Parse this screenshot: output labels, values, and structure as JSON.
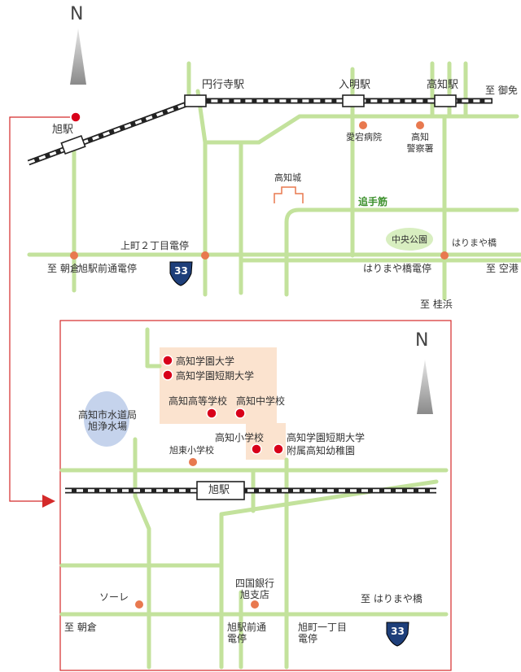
{
  "colors": {
    "road": "#c3e29c",
    "poi": "#e8794f",
    "school": "#d8001a",
    "inset_border": "#d42a2a",
    "campus": "#fbe3cf",
    "water": "#c5d3ec",
    "park": "#d8eec0",
    "route_badge": "#1e3f7a"
  },
  "top_map": {
    "north_label": "N",
    "stations": {
      "engyoji": "円行寺駅",
      "irake": "入明駅",
      "kochi": "高知駅",
      "asahi": "旭駅"
    },
    "dest": {
      "gomen": "至 御免",
      "asakura": "至 朝倉",
      "kuko": "至 空港",
      "katsurahama": "至 桂浜"
    },
    "pois": {
      "hospital": "愛宕病院",
      "police": "高知\n警察署",
      "castle": "高知城",
      "park": "中央公園",
      "harimayabashi": "はりまや橋",
      "kamimachi_stop": "上町２丁目電停",
      "asahi_mae_stop": "旭駅前通電停",
      "harimaya_stop": "はりまや橋電停"
    },
    "street": "追手筋",
    "route_no": "33"
  },
  "inset_map": {
    "north_label": "N",
    "station": "旭駅",
    "schools": {
      "gakuen_univ": "高知学園大学",
      "gakuen_junior": "高知学園短期大学",
      "high": "高知高等学校",
      "middle": "高知中学校",
      "elementary": "高知小学校",
      "kindergarten_line1": "高知学園短期大学",
      "kindergarten_line2": "附属高知幼稚園"
    },
    "water_plant": "高知市水道局\n旭浄水場",
    "asahi_higashi": "旭東小学校",
    "sole": "ソーレ",
    "bank": "四国銀行\n旭支店",
    "dest": {
      "harimayabashi": "至 はりまや橋",
      "asakura": "至 朝倉"
    },
    "stops": {
      "asahi_mae": "旭駅前通\n電停",
      "asahi_1": "旭町一丁目\n電停"
    },
    "route_no": "33"
  }
}
